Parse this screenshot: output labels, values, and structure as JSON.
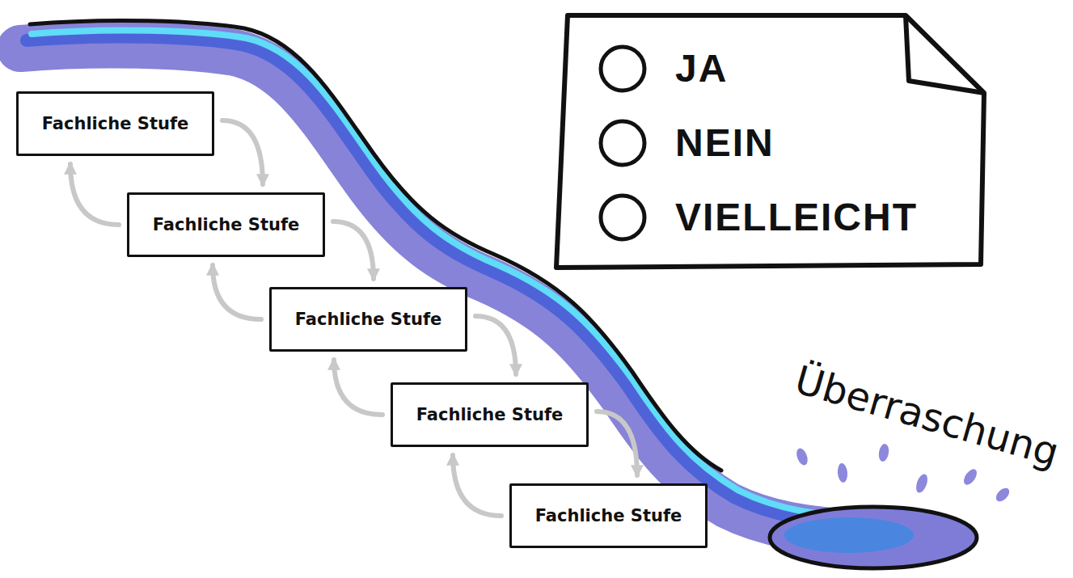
{
  "diagram": {
    "nodes": [
      {
        "text": [
          "Fachliche Stufe"
        ]
      },
      {
        "text": [
          "Fachliche Stufe"
        ]
      },
      {
        "text": [
          "Fachliche Stufe"
        ]
      },
      {
        "text": [
          "Fachliche Stufe"
        ]
      },
      {
        "text": [
          "Fachliche Stufe"
        ]
      },
      {
        "text": [
          "JA",
          "NEIN",
          "VIELLEICHT"
        ]
      }
    ],
    "edges": [
      {
        "from": 0,
        "to": 1,
        "arrow": "to"
      },
      {
        "from": 1,
        "to": 0,
        "arrow": "to"
      },
      {
        "from": 1,
        "to": 2,
        "arrow": "to"
      },
      {
        "from": 2,
        "to": 1,
        "arrow": "to"
      },
      {
        "from": 2,
        "to": 3,
        "arrow": "to"
      },
      {
        "from": 3,
        "to": 2,
        "arrow": "to"
      },
      {
        "from": 3,
        "to": 4,
        "arrow": "to"
      },
      {
        "from": 4,
        "to": 3,
        "arrow": "to"
      }
    ],
    "labels": [
      "Überraschung"
    ]
  }
}
